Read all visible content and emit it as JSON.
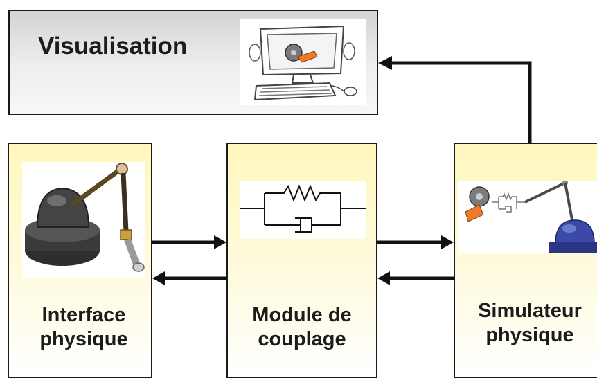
{
  "visualisation": {
    "title": "Visualisation",
    "image_icon": "computer-monitor-keyboard-icon"
  },
  "interface": {
    "label_line1": "Interface",
    "label_line2": "physique",
    "image_icon": "haptic-arm-device-icon"
  },
  "coupling": {
    "label_line1": "Module de",
    "label_line2": "couplage",
    "image_icon": "spring-damper-icon"
  },
  "simulator": {
    "label_line1": "Simulateur",
    "label_line2": "physique",
    "image_icon": "virtual-tool-arm-icon"
  },
  "colors": {
    "box_fill": "#fff7bd",
    "box_border": "#1a1a1a",
    "arrow": "#111111",
    "header_gray": "#d4d4d4"
  }
}
